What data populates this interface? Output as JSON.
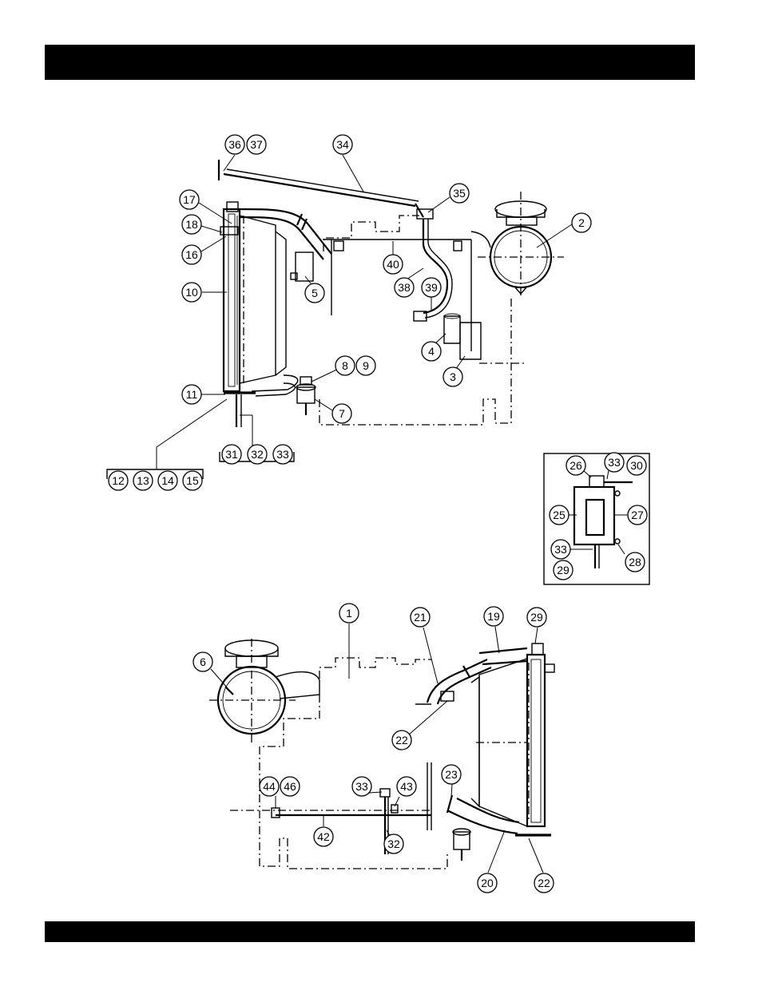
{
  "header": {
    "title": ""
  },
  "footer": {
    "text": ""
  },
  "top_view": {
    "callouts": [
      "36",
      "37",
      "34",
      "35",
      "17",
      "18",
      "16",
      "2",
      "40",
      "10",
      "38",
      "39",
      "5",
      "4",
      "3",
      "8",
      "9",
      "11",
      "7",
      "31",
      "32",
      "33",
      "12",
      "13",
      "14",
      "15"
    ]
  },
  "inset_view": {
    "callouts": [
      "26",
      "33",
      "30",
      "25",
      "27",
      "33",
      "28",
      "29"
    ]
  },
  "bottom_view": {
    "callouts": [
      "1",
      "21",
      "19",
      "29",
      "6",
      "22",
      "23",
      "44",
      "46",
      "33",
      "43",
      "42",
      "32",
      "20",
      "22"
    ]
  }
}
